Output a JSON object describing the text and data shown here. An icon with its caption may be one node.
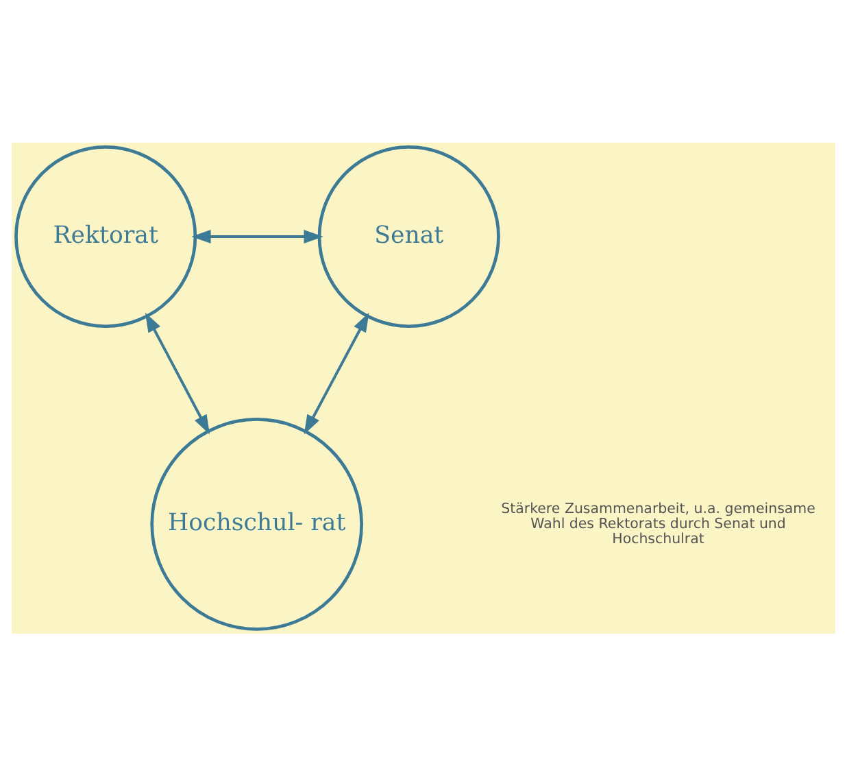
{
  "diagram": {
    "nodes": [
      {
        "text": [
          "Rektorat"
        ]
      },
      {
        "text": [
          "Senat"
        ]
      },
      {
        "text": [
          "Hochschul- rat"
        ]
      }
    ],
    "edges": [
      {
        "from": 0,
        "to": 1,
        "arrow": "both"
      },
      {
        "from": 0,
        "to": 2,
        "arrow": "both"
      },
      {
        "from": 1,
        "to": 2,
        "arrow": "both"
      }
    ],
    "labels": [
      "Stärkere Zusammenarbeit, u.a. gemeinsame Wahl des Rektorats durch Senat und Hochschulrat"
    ]
  }
}
